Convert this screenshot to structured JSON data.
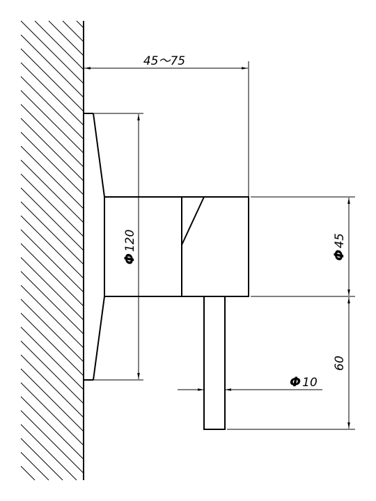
{
  "drawing": {
    "dimensions": {
      "protrusion": "45～75",
      "flange_diameter_symbol": "Φ",
      "flange_diameter_value": "120",
      "body_diameter_symbol": "Φ",
      "body_diameter_value": "45",
      "handle_diameter_symbol": "Φ",
      "handle_diameter_value": "10",
      "handle_length": "60"
    }
  }
}
